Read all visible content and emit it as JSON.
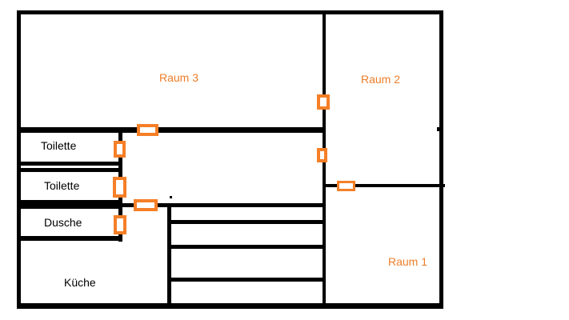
{
  "colors": {
    "wall": "#000000",
    "door": "#f67f27",
    "room_label": "#ee7d28",
    "black_label": "#000000",
    "background": "#ffffff"
  },
  "labels": {
    "raum3": "Raum 3",
    "raum2": "Raum 2",
    "raum1": "Raum 1",
    "toilette_top": "Toilette",
    "toilette_bottom": "Toilette",
    "dusche": "Dusche",
    "kueche": "Küche"
  }
}
